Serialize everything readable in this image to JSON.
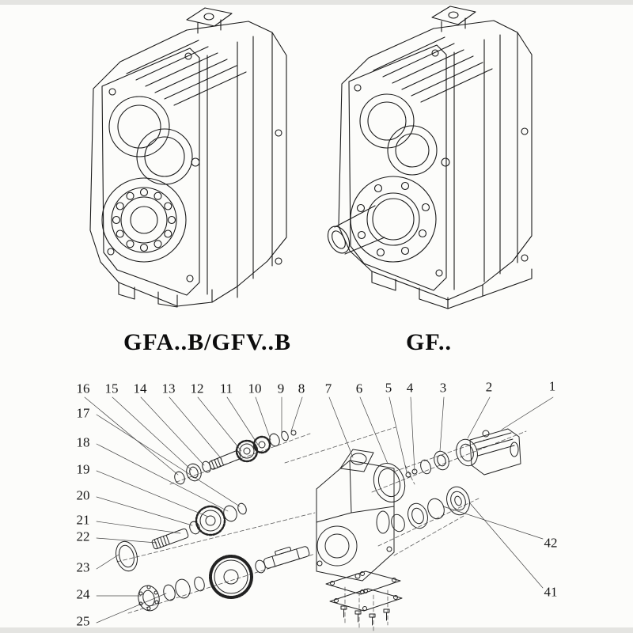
{
  "figure": {
    "left_model_label": "GFA..B/GFV..B",
    "right_model_label": "GF..",
    "line_color": "#1a1a1a",
    "background_color": "#fcfcfa"
  },
  "exploded": {
    "callouts": [
      "16",
      "15",
      "14",
      "13",
      "12",
      "11",
      "10",
      "9",
      "8",
      "7",
      "6",
      "5",
      "4",
      "3",
      "2",
      "1",
      "17",
      "18",
      "19",
      "20",
      "21",
      "22",
      "23",
      "24",
      "25",
      "42",
      "41"
    ]
  }
}
